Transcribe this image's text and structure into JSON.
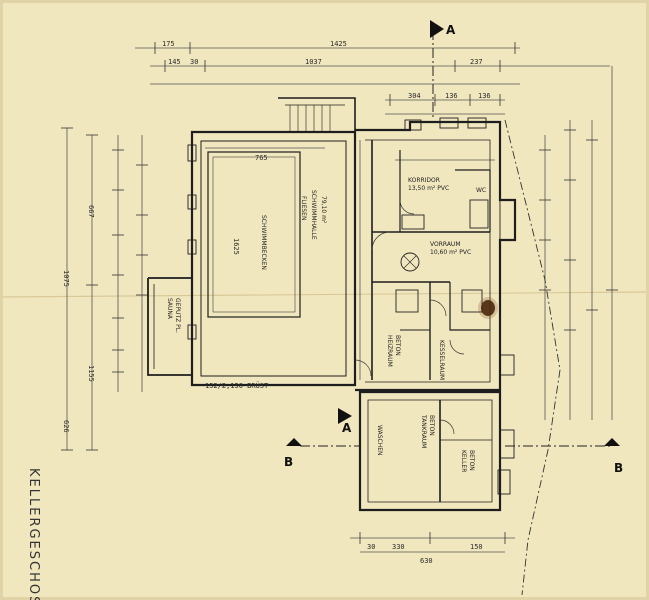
{
  "sheet": {
    "title": "KELLERGESCHOSS",
    "section_marks": {
      "a": "A",
      "b": "B"
    },
    "colors": {
      "paper": "#f1e7bf",
      "ink": "#1e1e1e",
      "pencil": "#5a5a5a",
      "stain": "#3a1c08"
    }
  },
  "dimensions": {
    "top_total": "1425",
    "top_left": "175",
    "top_left_b": "145",
    "top_mid": "1037",
    "top_right": "237",
    "top_left_small": "30",
    "right_a": "304",
    "right_b": "136",
    "right_c": "136",
    "left_total": "1075",
    "left_a": "1155",
    "left_b": "667",
    "left_c": "626",
    "pool_width": "765",
    "pool_depth": "1625",
    "bottom_a": "330",
    "bottom_b": "630",
    "bottom_c": "30",
    "bottom_d": "150",
    "floor_note": "152/2,150 BRÜST"
  },
  "rooms": {
    "schwimmhalle": "SCHWIMMHALLE",
    "schwimmhalle_sub": "FLIESEN",
    "schwimmhalle_area": "79,10 m²",
    "schwimmbecken": "SCHWIMMBECKEN",
    "sauna": "SAUNA",
    "sauna_sub": "GEPUTZ PL.",
    "korridor": "KORRIDOR",
    "korridor_sub": "13,50 m² PVC",
    "vorraum": "VORRAUM",
    "vorraum_sub": "10,60 m² PVC",
    "wc": "WC",
    "heizraum": "HEIZRAUM",
    "heizraum_sub": "BETON",
    "kessel": "KESSELRAUM",
    "tank": "TANKRAUM",
    "tank_sub": "BETON",
    "keller": "KELLER",
    "keller_sub": "BETON",
    "waschen": "WASCHEN"
  }
}
